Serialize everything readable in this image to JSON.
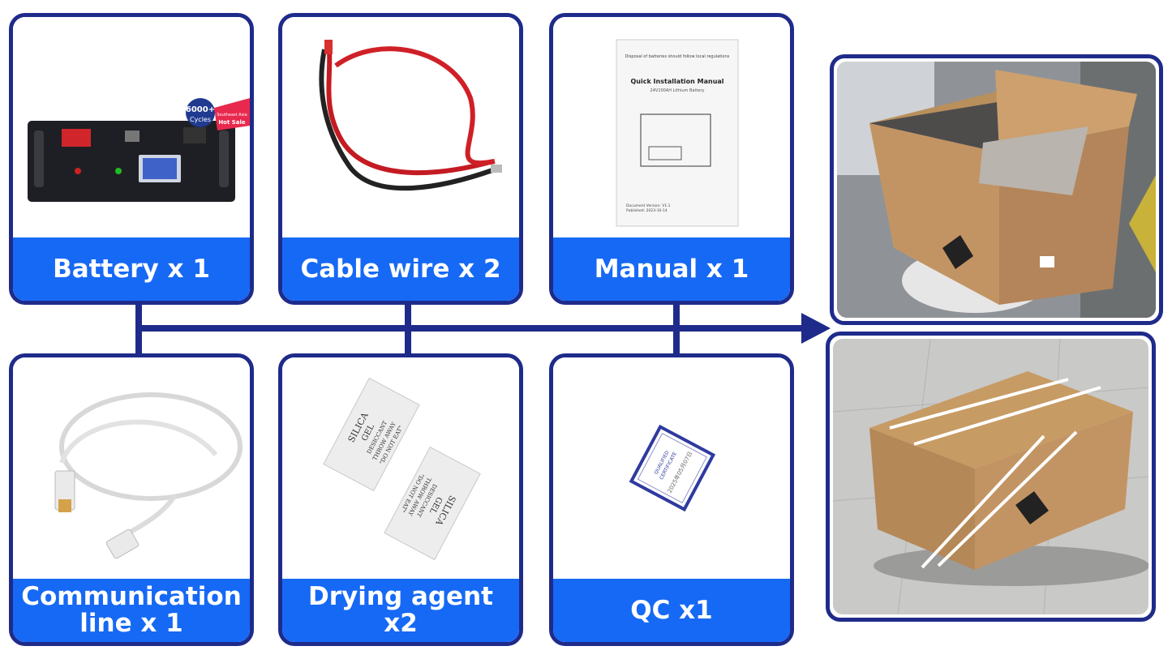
{
  "items": [
    {
      "label": "Battery x 1"
    },
    {
      "label": "Cable wire x 2"
    },
    {
      "label": "Manual x 1"
    },
    {
      "label": "Communication line x 1"
    },
    {
      "label": "Drying agent x2"
    },
    {
      "label": "QC x1"
    }
  ],
  "battery": {
    "badge_line1": "6000+",
    "badge_line2": "Cycles",
    "ribbon_line1": "Southeast Asia",
    "ribbon_line2": "Hot Sale"
  },
  "manual": {
    "notice": "Disposal of batteries should follow local regulations",
    "title": "Quick Installation Manual",
    "subtitle": "24V100AH Lithium Battery",
    "version": "Document Version: V1.1",
    "published": "Published: 2023-10-14"
  },
  "silica": {
    "line1": "SILICA",
    "line2": "GEL",
    "line3": "DESICCANT",
    "line4": "THROW AWAY",
    "line5": "\"DO NOT EAT\""
  },
  "qc": {
    "line1": "QUALIFIED",
    "line2": "CERTIFICATE",
    "line3": "2025年05月07日"
  },
  "colors": {
    "border": "#1f2b8a",
    "label_bg": "#1669f5",
    "label_text": "#ffffff"
  }
}
